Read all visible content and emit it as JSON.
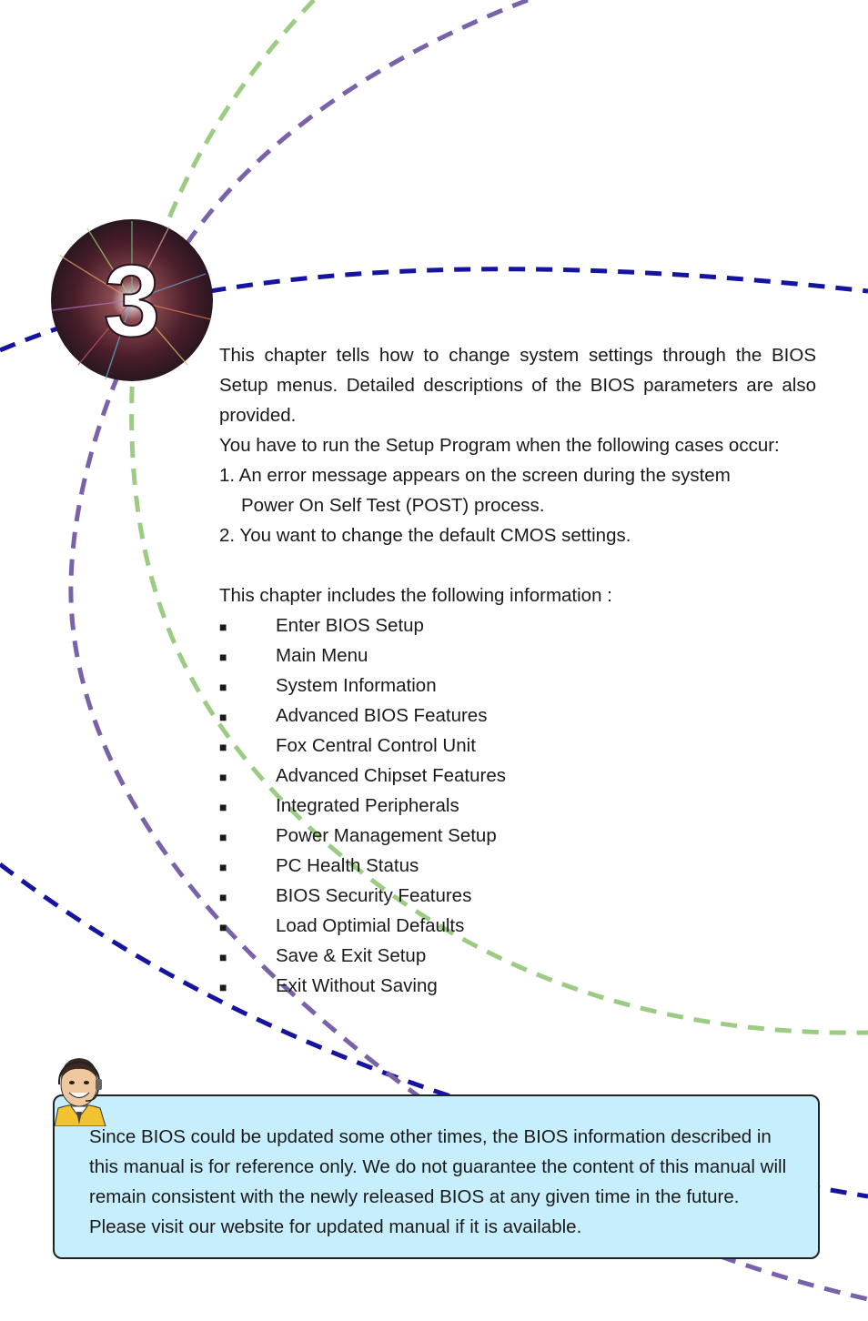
{
  "chapter": {
    "number": "3"
  },
  "intro": {
    "paragraph1": "This chapter tells how to change system settings through the BIOS Setup menus. Detailed descriptions of the BIOS parameters are also provided.",
    "paragraph2": "You have to run the Setup Program when the following cases occur:",
    "cases": [
      {
        "line1": "1. An error message appears on the screen during the system",
        "line2": "Power On Self Test (POST) process."
      },
      {
        "line1": "2. You want to change the default CMOS settings.",
        "line2": ""
      }
    ]
  },
  "contents": {
    "heading": "This chapter includes the following information :",
    "bullet": "■",
    "items": [
      "Enter BIOS Setup",
      "Main Menu",
      "System Information",
      "Advanced BIOS Features",
      "Fox Central Control Unit",
      "Advanced Chipset Features",
      "Integrated Peripherals",
      "Power Management Setup",
      "PC Health Status",
      "BIOS Security Features",
      "Load Optimial Defaults",
      "Save & Exit Setup",
      "Exit Without Saving"
    ]
  },
  "note": {
    "text": "Since BIOS could be updated some other times, the BIOS information described in this manual is for reference only. We do not guarantee the content of this manual will remain consistent with the newly released BIOS at any given time in the future. Please visit our website for updated manual if it is available."
  },
  "colors": {
    "navy_dash": "#1414a0",
    "purple_dash": "#7a62aa",
    "green_dash": "#9ccb84",
    "note_background": "#c7eefc"
  }
}
